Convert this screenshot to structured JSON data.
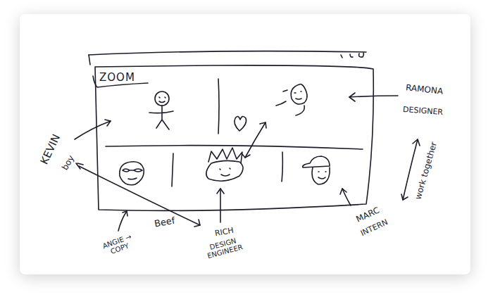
{
  "diagram": {
    "nodes": [
      {
        "text": [
          "ZOOM"
        ]
      }
    ],
    "labels": [
      "KEVIN",
      "boy",
      "Beef",
      "ANGIE → COPY",
      "RICH",
      "DESIGN ENGINEER",
      "MARC",
      "INTERN",
      "RAMONA",
      "DESIGNER",
      "work together"
    ]
  }
}
